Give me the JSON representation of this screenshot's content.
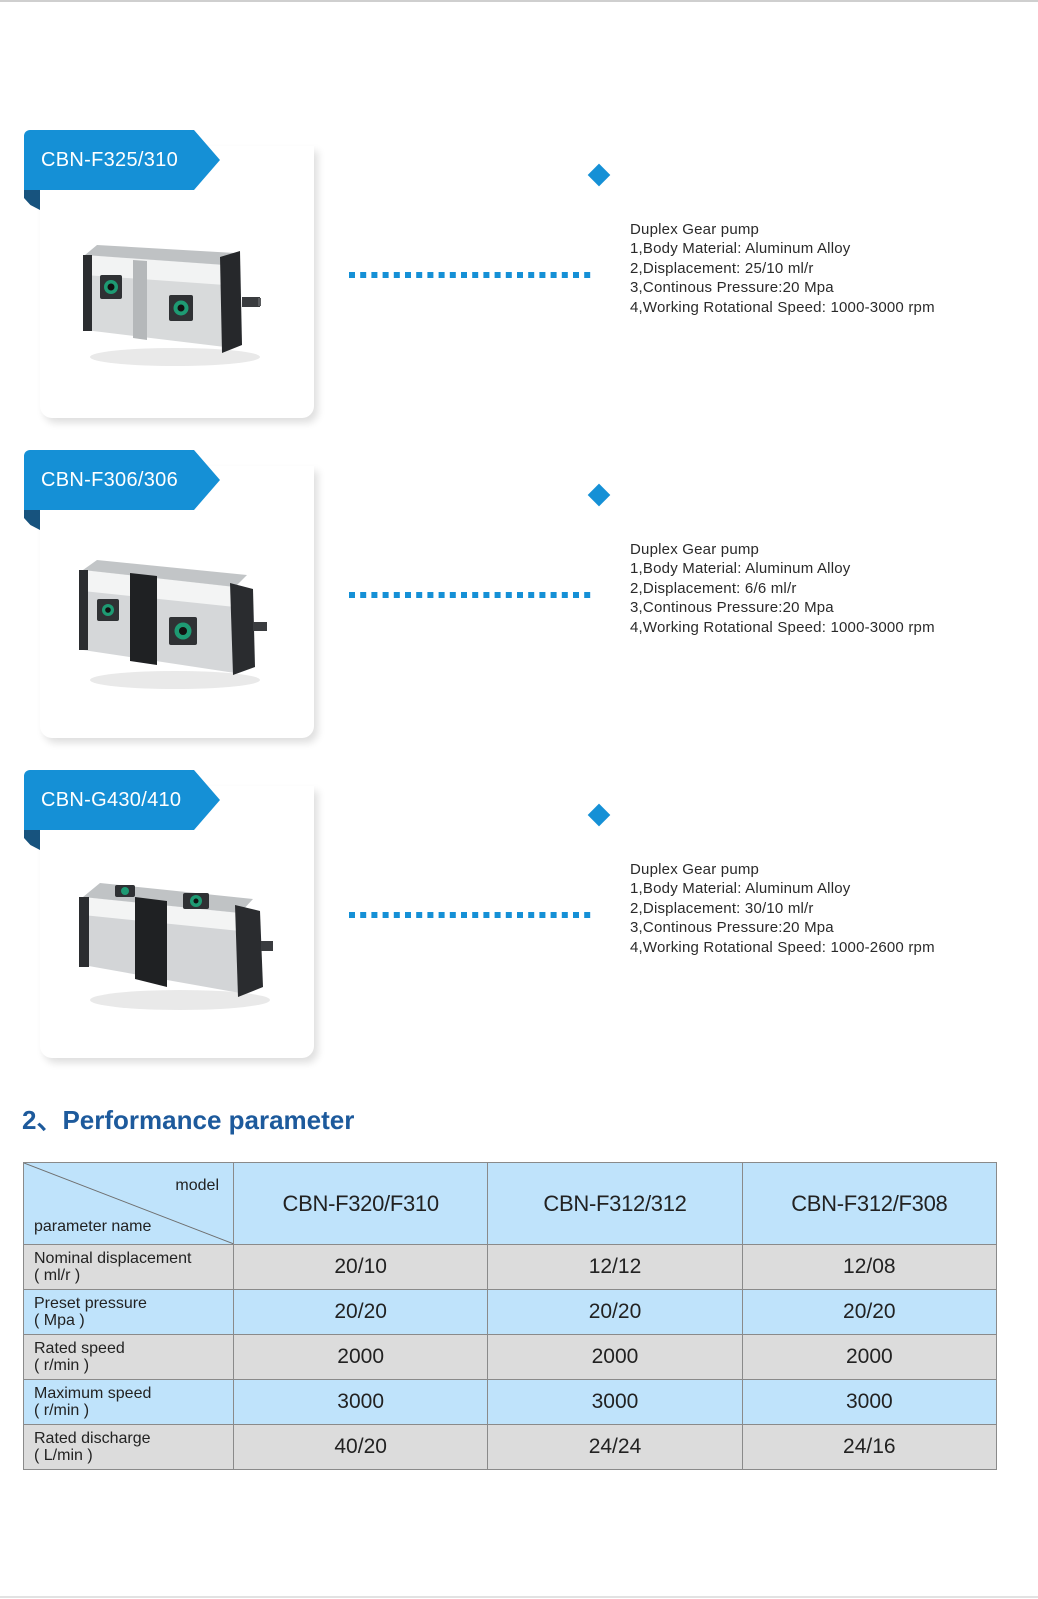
{
  "products": [
    {
      "model": "CBN-F325/310",
      "specs": [
        "Duplex Gear pump",
        "1,Body Material: Aluminum Alloy",
        "2,Displacement: 25/10 ml/r",
        "3,Continous Pressure:20 Mpa",
        "4,Working Rotational Speed: 1000-3000 rpm"
      ]
    },
    {
      "model": "CBN-F306/306",
      "specs": [
        "Duplex Gear pump",
        "1,Body Material: Aluminum Alloy",
        "2,Displacement: 6/6 ml/r",
        "3,Continous Pressure:20 Mpa",
        "4,Working Rotational Speed: 1000-3000 rpm"
      ]
    },
    {
      "model": "CBN-G430/410",
      "specs": [
        "Duplex Gear pump",
        "1,Body Material: Aluminum Alloy",
        "2,Displacement: 30/10 ml/r",
        "3,Continous Pressure:20 Mpa",
        "4,Working Rotational Speed: 1000-2600 rpm"
      ]
    }
  ],
  "performance": {
    "title": "2、Performance parameter",
    "header": {
      "model_label": "model",
      "param_label": "parameter name",
      "models": [
        "CBN-F320/F310",
        "CBN-F312/312",
        "CBN-F312/F308"
      ]
    },
    "rows": [
      {
        "name": "Nominal displacement",
        "unit": "( ml/r )",
        "values": [
          "20/10",
          "12/12",
          "12/08"
        ]
      },
      {
        "name": "Preset pressure",
        "unit": "( Mpa )",
        "values": [
          "20/20",
          "20/20",
          "20/20"
        ]
      },
      {
        "name": "Rated speed",
        "unit": "( r/min )",
        "values": [
          "2000",
          "2000",
          "2000"
        ]
      },
      {
        "name": "Maximum speed",
        "unit": "( r/min )",
        "values": [
          "3000",
          "3000",
          "3000"
        ]
      },
      {
        "name": "Rated discharge",
        "unit": "( L/min )",
        "values": [
          "40/20",
          "24/24",
          "24/16"
        ]
      }
    ]
  },
  "colors": {
    "accent": "#1590d6",
    "accent_dark": "#17537e",
    "title": "#1d5a9c",
    "row_blue": "#bfe3fb",
    "row_gray": "#dcdcdc"
  }
}
